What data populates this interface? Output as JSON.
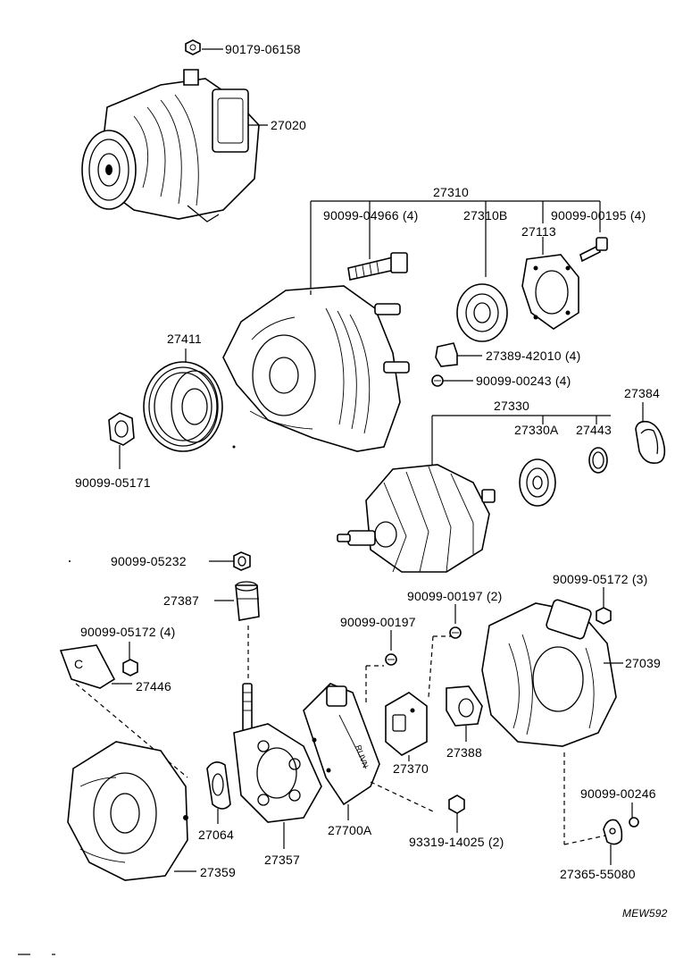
{
  "parts": {
    "p_90179_06158": "90179-06158",
    "p_27020": "27020",
    "p_27310": "27310",
    "p_90099_04966": "90099-04966 (4)",
    "p_27310B": "27310B",
    "p_90099_00195": "90099-00195 (4)",
    "p_27113": "27113",
    "p_27411": "27411",
    "p_27389": "27389-42010 (4)",
    "p_90099_00243": "90099-00243 (4)",
    "p_27384": "27384",
    "p_27330": "27330",
    "p_27330A": "27330A",
    "p_27443": "27443",
    "p_90099_05171": "90099-05171",
    "p_90099_05232": "90099-05232",
    "p_27387": "27387",
    "p_90099_00197_2": "90099-00197 (2)",
    "p_90099_05172_3": "90099-05172 (3)",
    "p_90099_00197": "90099-00197",
    "p_90099_05172_4": "90099-05172 (4)",
    "p_27039": "27039",
    "p_27446": "27446",
    "p_27388": "27388",
    "p_27370": "27370",
    "p_90099_00246": "90099-00246",
    "p_27064": "27064",
    "p_27700A": "27700A",
    "p_93319": "93319-14025 (2)",
    "p_27357": "27357",
    "p_27359": "27359",
    "p_27365": "27365-55080"
  },
  "drawing_code": "MEW592"
}
